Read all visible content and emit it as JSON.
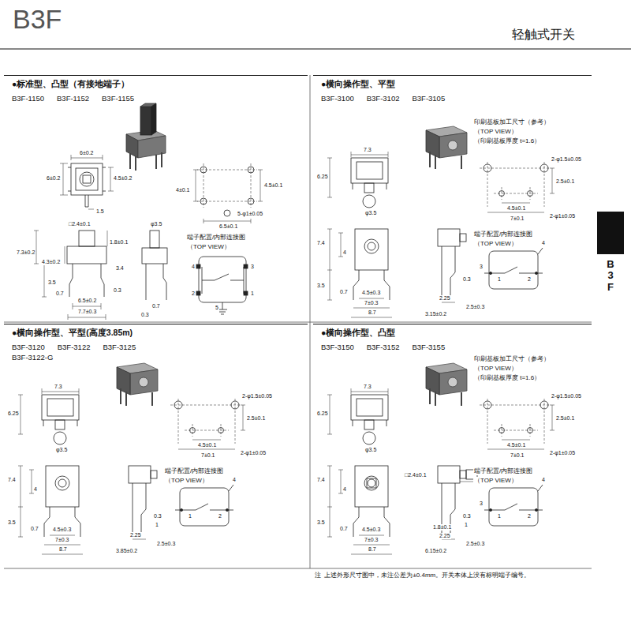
{
  "diagram": {
    "title": "B3F",
    "nodes": [
      {
        "text": [
          "●标准型、凸型（有接地端子）",
          "B3F-1150",
          "B3F-1152",
          "B3F-1155"
        ]
      },
      {
        "text": [
          "●横向操作型、平型",
          "B3F-3100",
          "B3F-3102",
          "B3F-3105"
        ]
      },
      {
        "text": [
          "●横向操作型、平型(高度3.85m)",
          "B3F-3120",
          "B3F-3122",
          "B3F-3125",
          "B3F-3122-G"
        ]
      },
      {
        "text": [
          "●横向操作型、凸型",
          "B3F-3150",
          "B3F-3152",
          "B3F-3155"
        ]
      },
      {
        "text": [
          "B3F"
        ]
      }
    ],
    "labels": [
      "轻触式开关",
      "6±0.2",
      "6±0.2",
      "4.5±0.2",
      "1.5",
      "□2.4±0.1",
      "φ3.5",
      "1.8±0.1",
      "7.3±0.2",
      "4.3±0.2",
      "3.4",
      "3.5",
      "0.3",
      "0.7",
      "6.5±0.2",
      "7.7±0.3",
      "0.7",
      "0.3",
      "4.5±0.1",
      "4±0.1",
      "6.5±0.1",
      "5-φ1±0.05",
      "端子配置/内部连接图",
      "（TOP VIEW）",
      "4",
      "3",
      "2",
      "1",
      "5",
      "7.3",
      "6.25",
      "φ3.5",
      "印刷基板加工尺寸（参考）",
      "（TOP VIEW）",
      "（印刷基板厚度 t=1.6）",
      "2-φ1.5±0.05",
      "2.5±0.1",
      "4.5±0.1",
      "7±0.1",
      "2-φ1±0.05",
      "7.4",
      "4",
      "3.5",
      "端子配置/内部连接图",
      "（TOP VIEW）",
      "3",
      "4",
      "1",
      "2",
      "0.7",
      "4.5±0.3",
      "7±0.3",
      "8.7",
      "0.3",
      "2.25",
      "2.5±0.3",
      "3.15±0.2",
      "7.3",
      "6.25",
      "φ3.5",
      "2-φ1.5±0.05",
      "2.5±0.1",
      "4.5±0.1",
      "7±0.1",
      "2-φ1±0.05",
      "7.4",
      "4",
      "3.5",
      "端子配置/内部连接图",
      "（TOP VIEW）",
      "4",
      "1",
      "2",
      "0.7",
      "4.5±0.3",
      "7±0.3",
      "8.7",
      "0.3",
      "1",
      "2.25",
      "2.5±0.3",
      "3.85±0.2",
      "7.3",
      "6.25",
      "φ3.5",
      "印刷基板加工尺寸（参考）",
      "（TOP VIEW）",
      "（印刷基板厚度 t=1.6）",
      "2-φ1.5±0.05",
      "2.5±0.1",
      "4.5±0.1",
      "7±0.1",
      "2-φ1±0.05",
      "7.4",
      "4",
      "3.5",
      "□2.4±0.1",
      "端子配置/内部连接图",
      "（TOP VIEW）",
      "3",
      "4",
      "1",
      "2",
      "0.7",
      "4.5±0.3",
      "7±0.3",
      "8.7",
      "0.3",
      "1",
      "1.8±0.1",
      "2.25",
      "2.5±0.3",
      "6.15±0.2",
      "注  上述外形尺寸图中，未注公差为±0.4mm。开关本体上没有标明端子编号。"
    ]
  }
}
